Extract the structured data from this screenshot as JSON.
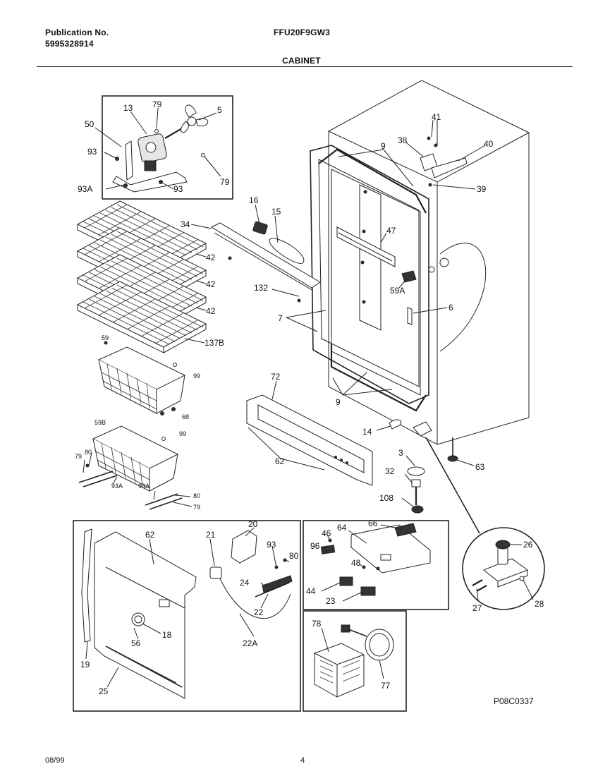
{
  "header": {
    "publication_label": "Publication No.",
    "publication_number": "5995328914",
    "model": "FFU20F9GW3",
    "section": "CABINET"
  },
  "drawing_code": "P08C0337",
  "footer": {
    "date": "08/99",
    "page": "4"
  },
  "callouts": {
    "c13": "13",
    "c79a": "79",
    "c5": "5",
    "c50": "50",
    "c93a": "93",
    "c93A": "93A",
    "c93b": "93",
    "c79b": "79",
    "c34": "34",
    "c16": "16",
    "c15": "15",
    "c42a": "42",
    "c42b": "42",
    "c42c": "42",
    "c132": "132",
    "c137B": "137B",
    "c9a": "9",
    "c41": "41",
    "c38": "38",
    "c40": "40",
    "c39": "39",
    "c47": "47",
    "c59A": "59A",
    "c7": "7",
    "c6": "6",
    "c9b": "9",
    "c59": "59",
    "c99a": "99",
    "c68": "68",
    "c59B": "59B",
    "c99b": "99",
    "c80a": "80",
    "c79c": "79",
    "c93Ab": "93A",
    "c93Ac": "93A",
    "c80b": "80",
    "c79d": "79",
    "c72": "72",
    "c62": "62",
    "c14": "14",
    "c3": "3",
    "c32": "32",
    "c108": "108",
    "c63": "63",
    "c62b": "62",
    "c21": "21",
    "c20": "20",
    "c93c": "93",
    "c80c": "80",
    "c24": "24",
    "c22": "22",
    "c22A": "22A",
    "c18": "18",
    "c56": "56",
    "c19": "19",
    "c25": "25",
    "c46": "46",
    "c64": "64",
    "c66": "66",
    "c96": "96",
    "c48": "48",
    "c44": "44",
    "c23": "23",
    "c78": "78",
    "c77": "77",
    "c26": "26",
    "c27": "27",
    "c28": "28"
  }
}
